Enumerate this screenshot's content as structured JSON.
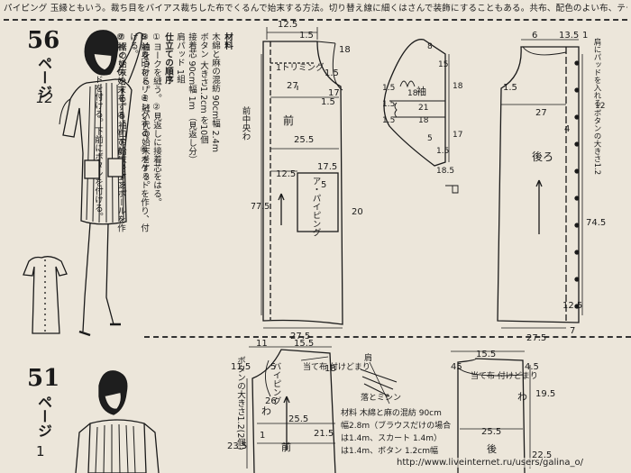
{
  "header": {
    "text": "パイピング 玉縁ともいう。裁ち目をバイアス裁ちした布でくるんで始末する方法。切り替え線に細くはさんで装飾にすることもある。共布、配色のよい布、テープ、コードなどを用いる。"
  },
  "section56": {
    "number": "56",
    "page_label": "ページ",
    "page_num": "12",
    "materials": [
      "材料",
      "木綿と麻の混紡 90cm幅 2.4m",
      "ボタン 大きさ1.2cm を10個",
      "接着芯 90cm幅 1m （見返し分）",
      "肩パッド 1組"
    ],
    "steps_title": "仕立ての順序",
    "steps": [
      "①ヨークを縫う。②見返しに接着芯をはる。",
      "③袖をつける。④縫い代の始末をする。",
      "⑤前身頃をトリミングする。⑥ポケットを作り、付ける。",
      "⑦裾の始末をする。⑧袖口の始末をする。",
      "⑨衿ぐりの始末をする。⑩下前にボタンホールを作る。",
      "⑪肩にパッドを付ける。下前にボタンを付ける。"
    ],
    "front": {
      "title": "前",
      "center_label": "前中央わ",
      "trim_label": "1トリミング",
      "pocket_label": "ア・パイピング",
      "dims": {
        "top_a": "12.5",
        "top_b": "1.5",
        "shoulder": "18",
        "v1": "1.5",
        "v2": "27",
        "armhole": "17",
        "w1": "1.5",
        "chest": "25.5",
        "p_top": "17.5",
        "p_side": "12.5",
        "p_w": "5",
        "p_h": "20",
        "length": "77.5",
        "hem": "27.5"
      }
    },
    "sleeve": {
      "title": "袖",
      "dims": {
        "a": "1.5",
        "b": "1.5",
        "c": "1.5",
        "top": "8",
        "w1": "18",
        "w2": "21",
        "w3": "18",
        "s1": "15",
        "s2": "18",
        "s3": "17",
        "s4": "5",
        "s5": "1.5",
        "bottom": "18.5"
      }
    },
    "back": {
      "title": "後ろ",
      "note": "肩にパッドを入れる ボタンの大きさ1.2",
      "dims": {
        "t1": "6",
        "t2": "13.5",
        "t3": "1",
        "s1": "1.5",
        "chest": "27",
        "s2": "4",
        "s3": "12",
        "length": "74.5",
        "b1": "12.5",
        "hem": "27.5",
        "b2": "7"
      }
    }
  },
  "section51": {
    "number": "51",
    "page_label": "ページ",
    "page_num": "1",
    "front": {
      "title": "前",
      "side_text": "ボタンの大きさ1.2(2個)",
      "wa": "わ",
      "piping": "バイピング",
      "patch": "当て布 付けどまり",
      "dims": {
        "a": "11",
        "b": "15.5",
        "c": "11.5",
        "d": "5",
        "e": "18",
        "f": "26",
        "g": "25.5",
        "h": "21.5",
        "i": "23.5",
        "j": "1"
      }
    },
    "back": {
      "title": "後",
      "wa": "わ",
      "patch": "当て布 付けどまり",
      "dims": {
        "a": "45",
        "b": "15.5",
        "c": "4.5",
        "d": "19.5",
        "e": "25.5",
        "f": "22.5"
      }
    },
    "detail": {
      "label1": "肩",
      "label2": "落とミシン"
    },
    "materials": [
      "材料 木綿と麻の混紡 90cm",
      "幅2.8m（ブラウスだけの場合",
      "は1.4m、スカート 1.4m）",
      "は1.4m、ボタン 1.2cm幅"
    ]
  },
  "watermark": "http://www.liveinternet.ru/users/galina_o/"
}
